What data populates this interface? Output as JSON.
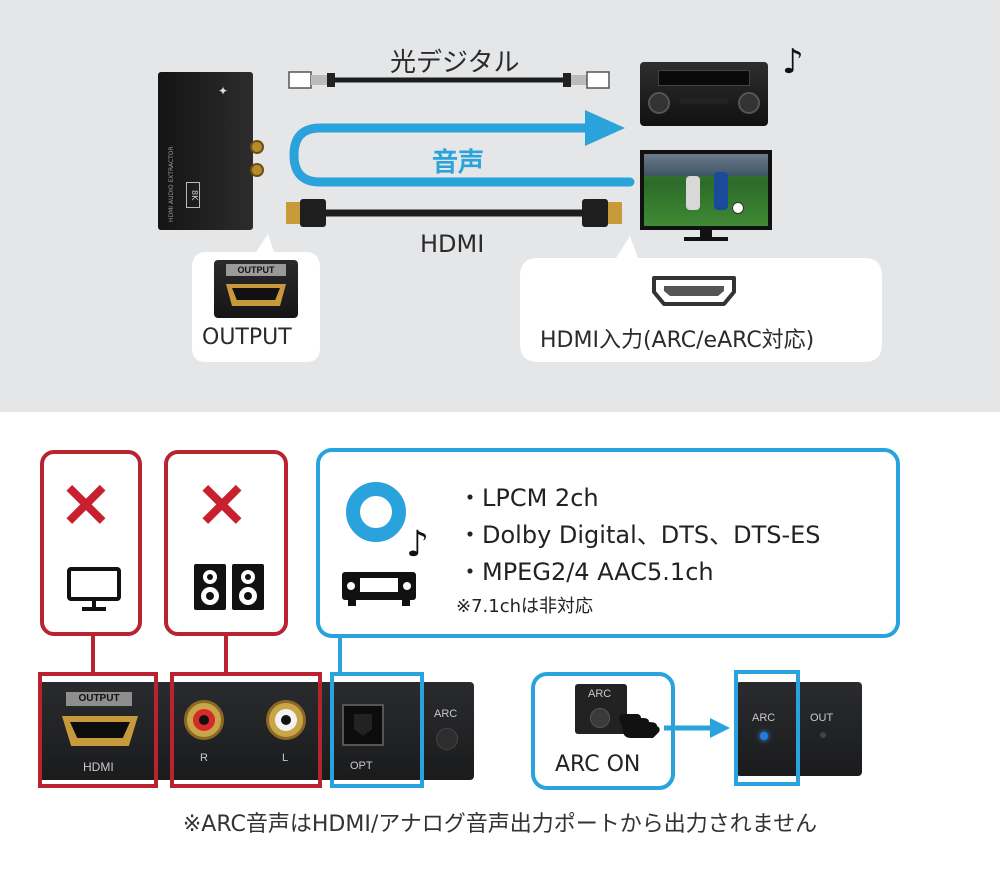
{
  "top": {
    "optical_label": "光デジタル",
    "audio_label": "音声",
    "hdmi_label": "HDMI",
    "device_text": "HDMI AUDIO EXTRACTOR",
    "device_badge": "8K",
    "output_port_label": "OUTPUT",
    "output_bubble_label": "OUTPUT",
    "hdmi_input_label": "HDMI入力(ARC/eARC対応)"
  },
  "bottom": {
    "features": [
      "・LPCM 2ch",
      "・Dolby Digital、DTS、DTS-ES",
      "・MPEG2/4 AAC5.1ch"
    ],
    "note": "※7.1chは非対応",
    "ports": {
      "output": "OUTPUT",
      "hdmi": "HDMI",
      "r": "R",
      "l": "L",
      "opt": "OPT",
      "arc": "ARC",
      "arc_small": "ARC",
      "arc_right": "ARC",
      "out_right": "OUT"
    },
    "arc_on_label": "ARC ON",
    "footer": "※ARC音声はHDMI/アナログ音声出力ポートから出力されません"
  },
  "colors": {
    "red": "#b8232f",
    "blue": "#2aa3dc",
    "panel_bg": "#e5e6e8"
  }
}
